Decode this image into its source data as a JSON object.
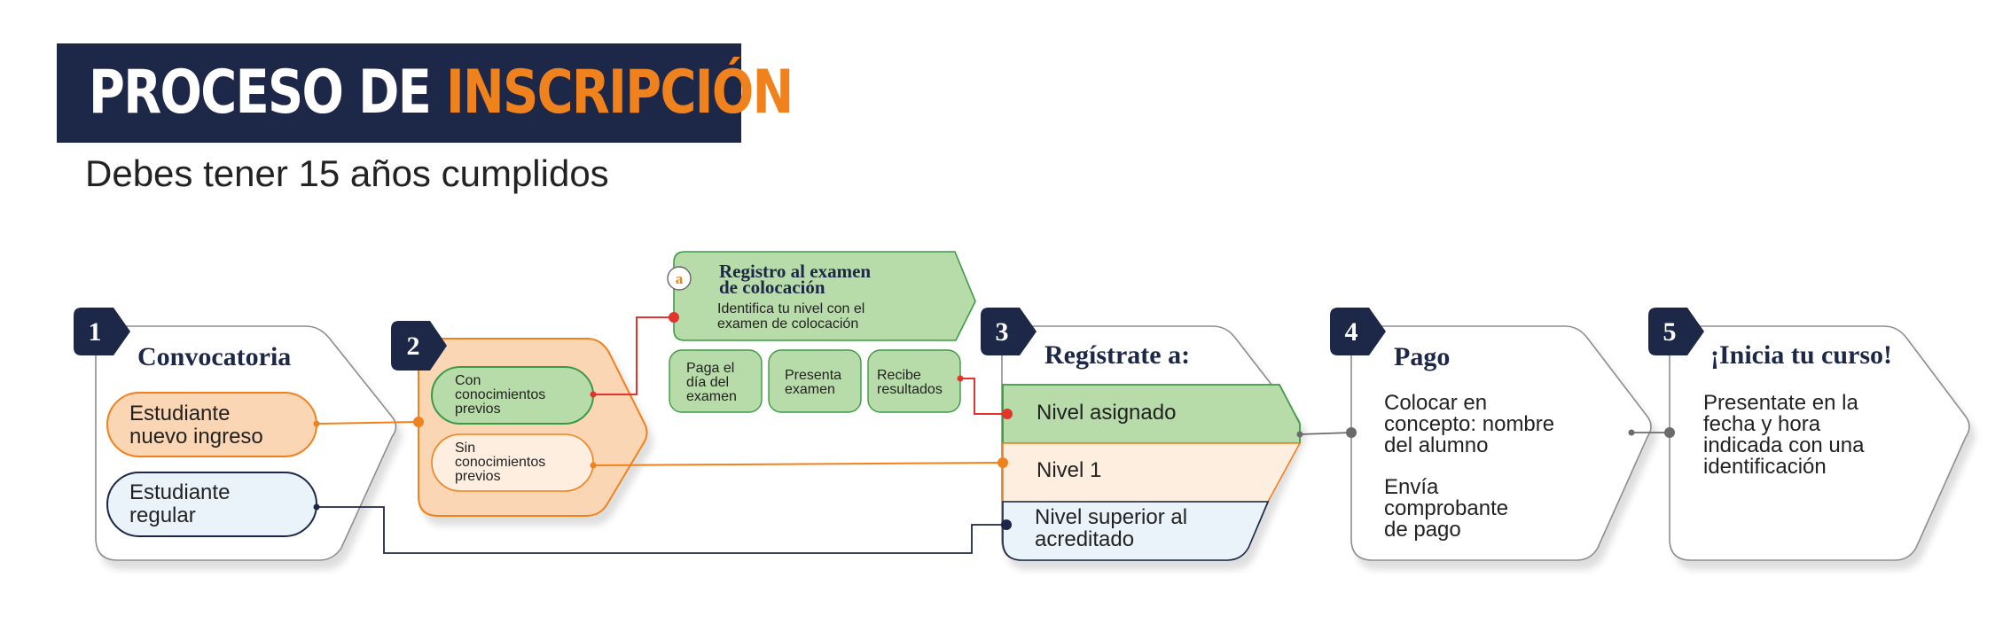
{
  "header": {
    "title_white": "PROCESO DE",
    "title_orange": "INSCRIPCIÓN",
    "subtitle": "Debes tener 15 años cumplidos"
  },
  "colors": {
    "navy": "#1d2747",
    "orange": "#f0821e",
    "orange_fill": "#fad6b4",
    "orange_light": "#fdeee0",
    "green_fill": "#b8dbaa",
    "green_stroke": "#3c9a46",
    "blue_fill": "#eaf3fa",
    "red": "#e2342c",
    "gray": "#6b6b6b"
  },
  "step1": {
    "number": "1",
    "title": "Convocatoria",
    "option_new": [
      "Estudiante",
      "nuevo ingreso"
    ],
    "option_regular": [
      "Estudiante",
      "regular"
    ]
  },
  "step2": {
    "number": "2",
    "option_with": [
      "Con",
      "conocimientos",
      "previos"
    ],
    "option_without": [
      "Sin",
      "conocimientos",
      "previos"
    ]
  },
  "sub_a": {
    "marker": "a",
    "title": [
      "Registro al examen",
      "de colocación"
    ],
    "description": [
      "Identifica tu nivel con el",
      "examen de colocación"
    ],
    "substeps": [
      [
        "Paga el",
        "día del",
        "examen"
      ],
      [
        "Presenta",
        "examen"
      ],
      [
        "Recibe",
        "resultados"
      ]
    ]
  },
  "step3": {
    "number": "3",
    "title": "Regístrate a:",
    "level_assigned": "Nivel asignado",
    "level_1": "Nivel 1",
    "level_higher": [
      "Nivel superior al",
      "acreditado"
    ]
  },
  "step4": {
    "number": "4",
    "title": "Pago",
    "text1": [
      "Colocar en",
      "concepto: nombre",
      "del alumno"
    ],
    "text2": [
      "Envía",
      "comprobante",
      "de pago"
    ]
  },
  "step5": {
    "number": "5",
    "title": "¡Inicia tu curso!",
    "text": [
      "Presentate en la",
      "fecha y hora",
      "indicada con una",
      "identificación"
    ]
  }
}
